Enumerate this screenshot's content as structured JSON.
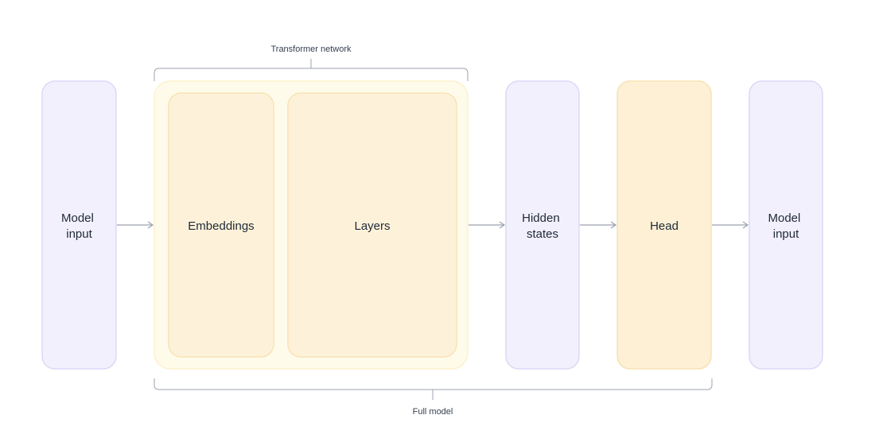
{
  "diagram": {
    "top_bracket_label": "Transformer network",
    "bottom_bracket_label": "Full model",
    "nodes": {
      "model_input_left": [
        "Model",
        "input"
      ],
      "embeddings": [
        "Embeddings"
      ],
      "layers": [
        "Layers"
      ],
      "hidden_states": [
        "Hidden",
        "states"
      ],
      "head": [
        "Head"
      ],
      "model_input_right": [
        "Model",
        "input"
      ]
    },
    "colors": {
      "purple_fill": "#f2f0fd",
      "purple_stroke": "#ddd8f7",
      "yellow_outer_fill": "#fefbeb",
      "yellow_outer_stroke": "#fdf1cd",
      "yellow_inner_fill": "#fdf2d9",
      "yellow_inner_stroke": "#f9e3b5",
      "head_fill": "#fdf0d5",
      "head_stroke": "#f8e2b5",
      "arrow": "#9ca3af",
      "bracket": "#9ca3af"
    }
  }
}
